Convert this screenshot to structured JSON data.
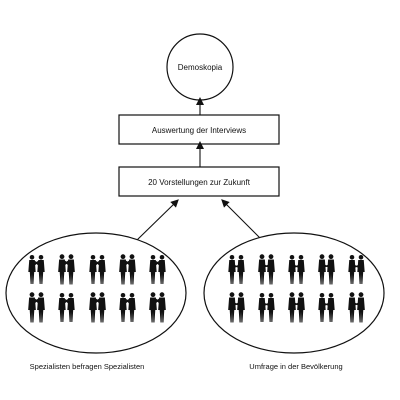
{
  "diagram": {
    "nodes": {
      "top": {
        "label": "Demoskopia"
      },
      "evaluation": {
        "label": "Auswertung der Interviews"
      },
      "ideas": {
        "label": "20 Vorstellungen zur Zukunft"
      }
    },
    "groups": {
      "left": {
        "caption": "Spezialisten befragen Spezialisten",
        "figure_style": "people-pairs-talking"
      },
      "right": {
        "caption": "Umfrage in der Bevölkerung",
        "figure_style": "people-pairs-interviewing"
      }
    },
    "icons": {
      "person": "person-silhouette-icon",
      "arrow": "arrow-up-icon"
    },
    "colors": {
      "stroke": "#111111",
      "fill": "#ffffff",
      "figures": "#111111"
    }
  }
}
